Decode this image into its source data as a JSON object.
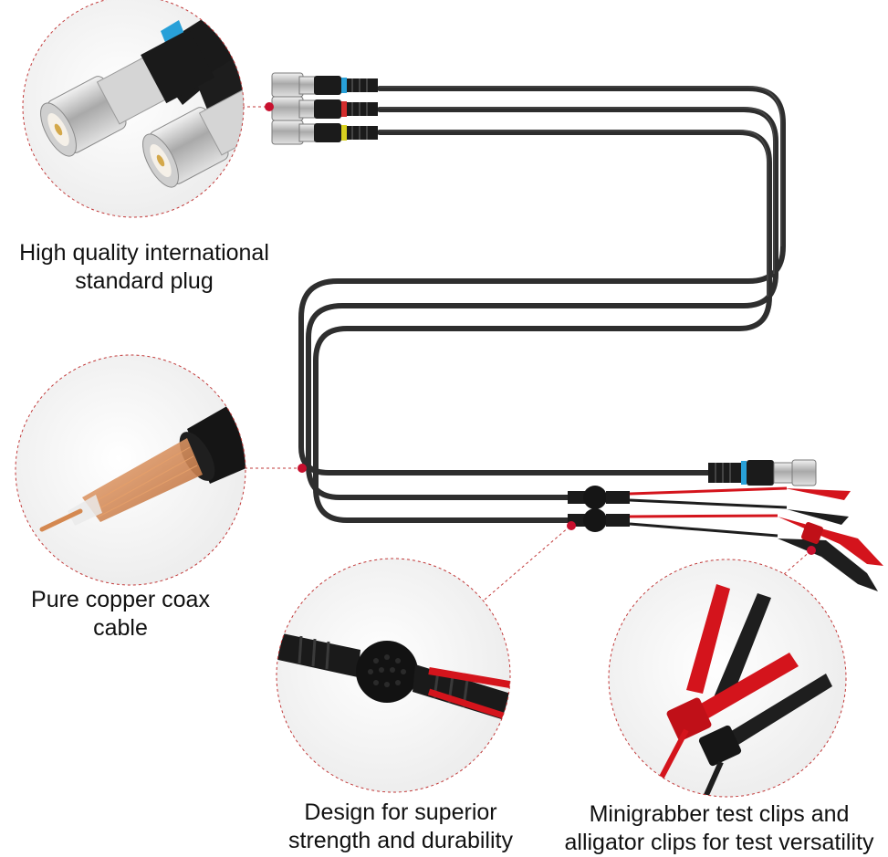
{
  "captions": {
    "plug": "High quality international\nstandard plug",
    "coax": "Pure copper coax\ncable",
    "design": "Design for superior\nstrength and durability",
    "clips": "Minigrabber test clips and\nalligator clips for test versatility"
  },
  "colors": {
    "cable": "#2e2e2e",
    "cable_highlight": "#5a5a5a",
    "callout_dot": "#c8102e",
    "callout_line": "#c23a3a",
    "ring_blue": "#28a0d8",
    "ring_red": "#d32d2d",
    "ring_yellow": "#d8d020",
    "lead_red": "#d4141c",
    "lead_black": "#1e1e1e",
    "copper": "#d48850",
    "chrome": "#b8b8b8"
  },
  "icons": {
    "plug_detail": "bnc-connector-closeup",
    "coax_detail": "coax-cable-cross-section",
    "design_detail": "splitter-junction-closeup",
    "clips_detail": "test-clips-closeup"
  }
}
